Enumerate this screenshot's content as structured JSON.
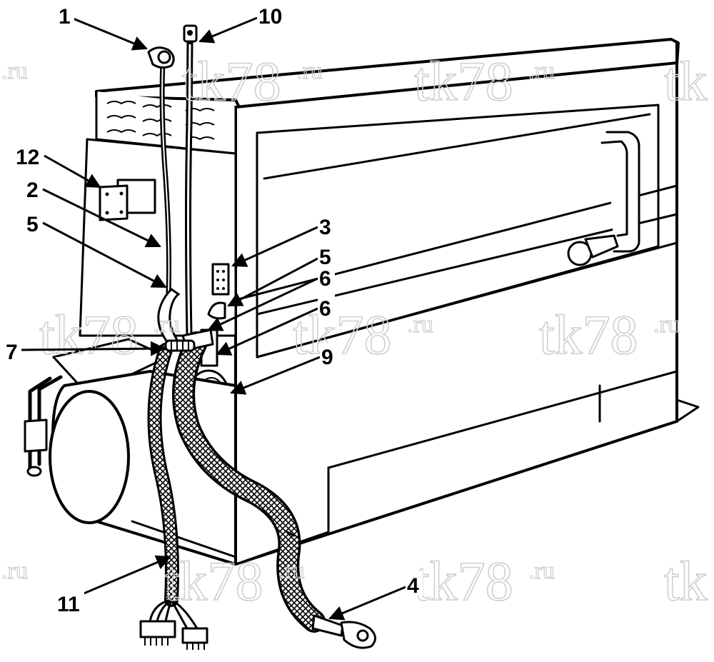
{
  "diagram": {
    "callouts": [
      {
        "id": "c1",
        "label": "1"
      },
      {
        "id": "c10",
        "label": "10"
      },
      {
        "id": "c12",
        "label": "12"
      },
      {
        "id": "c2",
        "label": "2"
      },
      {
        "id": "c5a",
        "label": "5"
      },
      {
        "id": "c3",
        "label": "3"
      },
      {
        "id": "c5b",
        "label": "5"
      },
      {
        "id": "c6a",
        "label": "6"
      },
      {
        "id": "c6b",
        "label": "6"
      },
      {
        "id": "c7",
        "label": "7"
      },
      {
        "id": "c9",
        "label": "9"
      },
      {
        "id": "c4",
        "label": "4"
      },
      {
        "id": "c11",
        "label": "11"
      }
    ],
    "watermark": {
      "main": "tk78",
      "sup": ".ru"
    },
    "colors": {
      "line": "#000000",
      "background": "#ffffff",
      "watermark": "#cfcfcf"
    }
  }
}
